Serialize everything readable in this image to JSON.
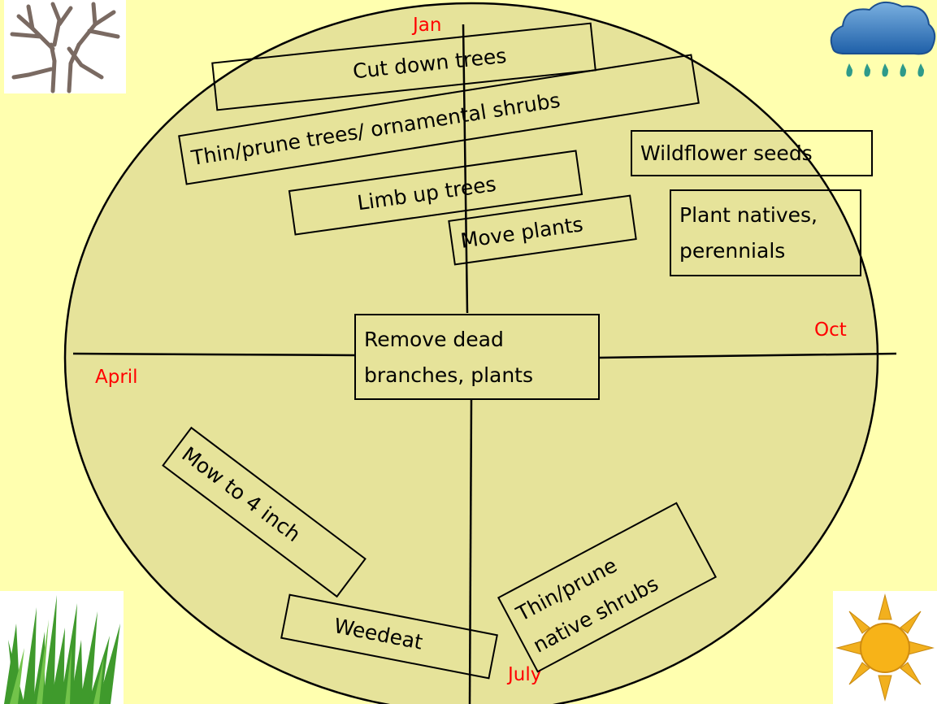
{
  "months": {
    "jan": "Jan",
    "april": "April",
    "july": "July",
    "oct": "Oct"
  },
  "tasks": {
    "cut_down_trees": "Cut down trees",
    "thin_prune_ornamental": "Thin/prune trees/ ornamental shrubs",
    "limb_up_trees": "Limb up trees",
    "move_plants": "Move plants",
    "wildflower_seeds": "Wildflower seeds",
    "plant_natives_line1": "Plant natives,",
    "plant_natives_line2": "perennials",
    "remove_dead_line1": "Remove dead",
    "remove_dead_line2": "branches, plants",
    "mow": "Mow to 4 inch",
    "weedeat": "Weedeat",
    "thin_prune_native_line1": "Thin/prune",
    "thin_prune_native_line2": "native shrubs"
  },
  "colors": {
    "background": "#ffffaf",
    "circle_fill": "#e6e39a",
    "month_label": "#ff0000"
  },
  "icons": {
    "top_left": "bare-tree-icon",
    "top_right": "rain-cloud-icon",
    "bottom_left": "grass-icon",
    "bottom_right": "sun-icon"
  }
}
